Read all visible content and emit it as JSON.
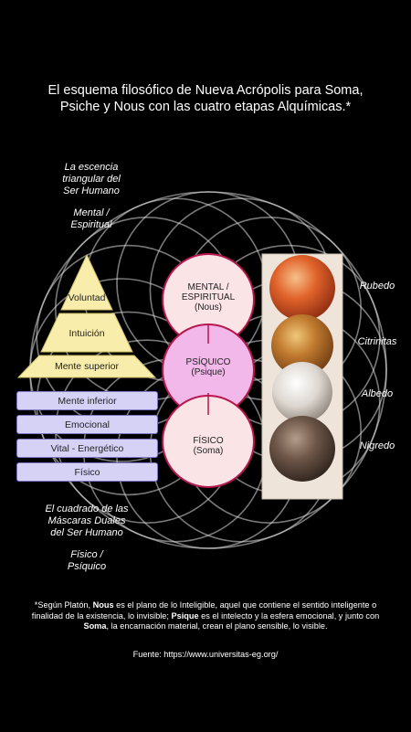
{
  "title_line1": "El esquema filosófico de Nueva Acrópolis para Soma,",
  "title_line2": "Psiche y Nous con las cuatro etapas Alquímicas.*",
  "top_note": {
    "line1": "La escencia",
    "line2": "triangular del",
    "line3": "Ser Humano",
    "line4": "Mental /",
    "line5": "Espiritual"
  },
  "triangle_levels": [
    "Voluntad",
    "Intuición",
    "Mente superior"
  ],
  "square_levels": [
    "Mente inferior",
    "Emocional",
    "Vital - Energético",
    "Físico"
  ],
  "bottom_note": {
    "line1": "El cuadrado de las",
    "line2": "Máscaras Duales",
    "line3": "del Ser Humano",
    "line4": "Físico /",
    "line5": "Psíquico"
  },
  "circles": {
    "mental_l1": "MENTAL /",
    "mental_l2": "ESPIRITUAL",
    "mental_l3": "(Nous)",
    "psiquico_l1": "PSÍQUICO",
    "psiquico_l2": "(Psique)",
    "fisico_l1": "FÍSICO",
    "fisico_l2": "(Soma)"
  },
  "stages": [
    "Rubedo",
    "Citrinitas",
    "Albedo",
    "Nigredo"
  ],
  "footnote": {
    "p1": "*Según Platón, ",
    "nous": "Nous",
    "p2": " es el plano de lo Inteligible, aquel que contiene el sentido inteligente o finalidad de la existencia, lo invisible; ",
    "psique": "Psique",
    "p3": " es el intelecto y la esfera emocional, y junto con ",
    "soma": "Soma",
    "p4": ", la encarnación material, crean el plano sensible, lo visible."
  },
  "source": "Fuente: https://www.universitas-eg.org/",
  "colors": {
    "background": "#000000",
    "triangle_fill": "#f8edaa",
    "square_fill": "#d6d2f6",
    "circle_fill": "#fbe4e6",
    "psique_fill": "#f2b8ea",
    "circle_stroke": "#b8164e"
  }
}
